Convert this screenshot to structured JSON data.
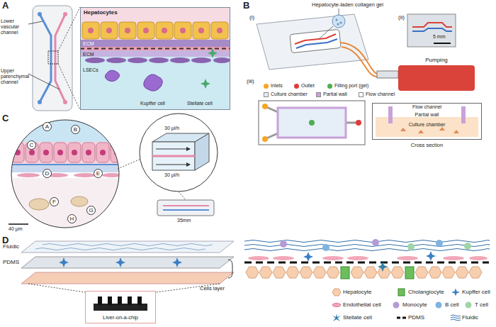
{
  "diagram": {
    "nodes": [
      {
        "text": [
          "Hepatocytes",
          "ECM",
          "ECM",
          "LSECs",
          "Kupffer cell",
          "Stellate cell"
        ]
      },
      {
        "text": [
          "Pumping"
        ]
      },
      {
        "text": [
          "Flow channel",
          "Partial wall",
          "Culture chamber",
          "Cross section"
        ]
      },
      {
        "text": [
          "A"
        ]
      },
      {
        "text": [
          "B"
        ]
      },
      {
        "text": [
          "C"
        ]
      },
      {
        "text": [
          "D"
        ]
      },
      {
        "text": [
          "E"
        ]
      },
      {
        "text": [
          "F"
        ]
      },
      {
        "text": [
          "G"
        ]
      },
      {
        "text": [
          "H"
        ]
      },
      {
        "text": [
          "Liver-on-a-chip"
        ]
      }
    ],
    "labels": [
      "A",
      "Lower vascular channel",
      "Upper parenchymal channel",
      "B",
      "Hepatocyte-laden collagen gel",
      "(i)",
      "(ii)",
      "5 mm",
      "(iii)",
      "C",
      "40 μm",
      "30 μl/h",
      "30 μl/h",
      "35mm",
      "D",
      "Fluidic",
      "PDMS",
      "Cells layer"
    ],
    "legend": [
      {
        "text": "Inlets",
        "color": "#f5a623"
      },
      {
        "text": "Outlet",
        "color": "#e03b3b"
      },
      {
        "text": "Filling port (gel)",
        "color": "#4caf50"
      },
      {
        "text": "Culture chamber",
        "color": "#e6eef8"
      },
      {
        "text": "Partial wall",
        "color": "#c8a2d9"
      },
      {
        "text": "Flow channel",
        "color": "#ffffff"
      },
      {
        "text": "Hepatocyte"
      },
      {
        "text": "Cholangiocyte"
      },
      {
        "text": "Kupffer cell"
      },
      {
        "text": "Endothelial cell"
      },
      {
        "text": "Monocyte"
      },
      {
        "text": "B cell"
      },
      {
        "text": "T cell"
      },
      {
        "text": "Stellate cell"
      },
      {
        "text": "PDMS"
      },
      {
        "text": "Fluidic"
      }
    ]
  }
}
